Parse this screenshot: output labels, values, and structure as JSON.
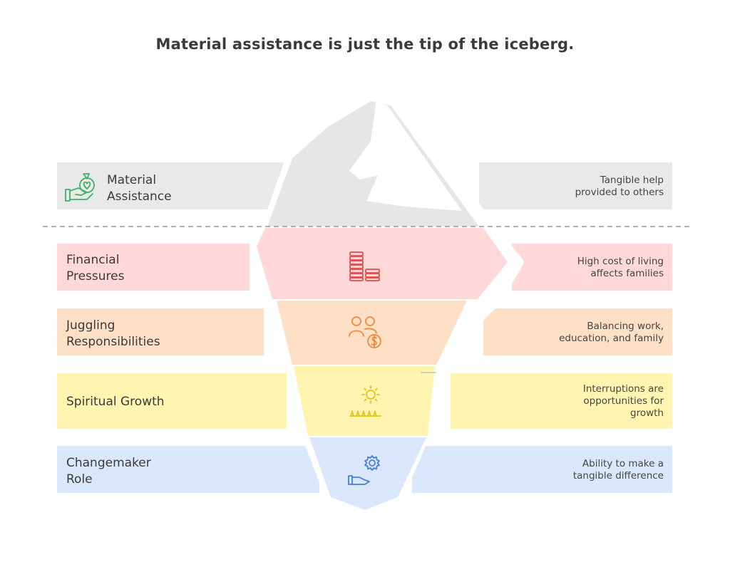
{
  "title": "Material assistance is just the tip of the iceberg.",
  "colors": {
    "material": "#e9e9e9",
    "financial": "#ffd9d9",
    "juggling": "#fde0c6",
    "spiritual": "#fff4b0",
    "changemaker": "#dbe7fb",
    "iceberg": "#eeeeee",
    "icon_green": "#3fb16a",
    "icon_red": "#e04a4a",
    "icon_orange": "#ee8a3a",
    "icon_yellow": "#e2c21c",
    "icon_blue": "#4a7fd8"
  },
  "layers": [
    {
      "id": "material",
      "title": "Material\nAssistance",
      "description": "Tangible help\nprovided to others",
      "icon": "hand-money-bag-icon"
    },
    {
      "id": "financial",
      "title": "Financial\nPressures",
      "description": "High cost of living\naffects families",
      "icon": "coin-stacks-icon"
    },
    {
      "id": "juggling",
      "title": "Juggling\nResponsibilities",
      "description": "Balancing work,\neducation, and family",
      "icon": "people-dollar-icon"
    },
    {
      "id": "spiritual",
      "title": "Spiritual Growth",
      "description": "Interruptions are\nopportunities for\ngrowth",
      "icon": "sun-grass-icon"
    },
    {
      "id": "changemaker",
      "title": "Changemaker\nRole",
      "description": "Ability to make a\ntangible difference",
      "icon": "hand-gear-icon"
    }
  ]
}
